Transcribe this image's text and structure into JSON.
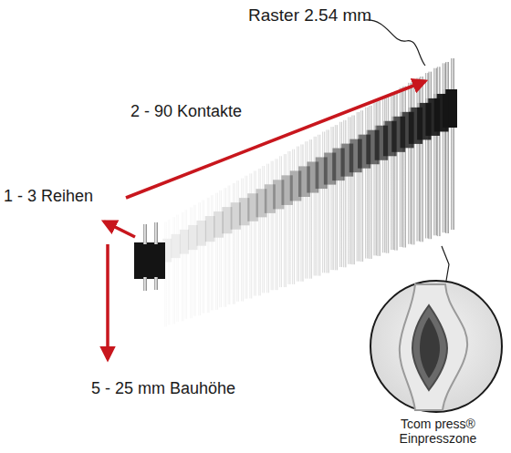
{
  "diagram": {
    "labels": [
      "Raster 2.54 mm",
      "2 - 90 Kontakte",
      "1 - 3 Reihen",
      "5 - 25 mm Bauhöhe",
      "Tcom press® Einpresszone"
    ]
  }
}
